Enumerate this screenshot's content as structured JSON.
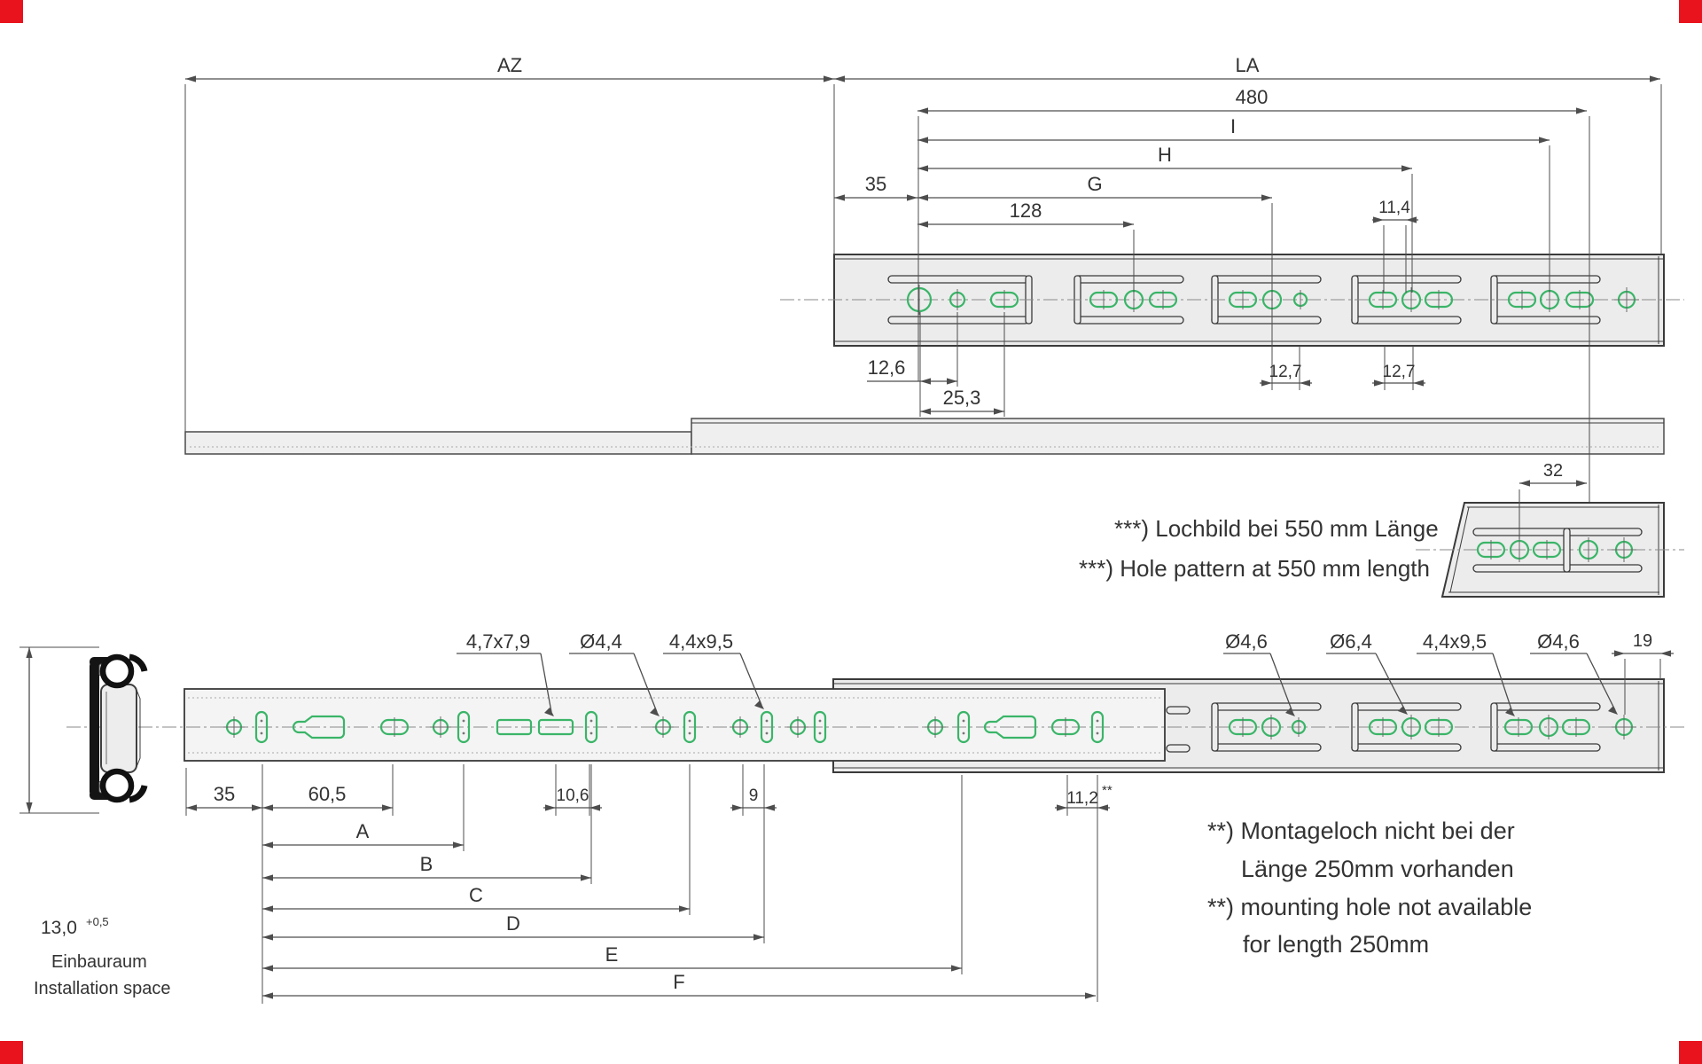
{
  "colors": {
    "accent_green": "#3ab568",
    "line_gray": "#4d4d4d",
    "outline_dark": "#3a3a3a",
    "rail_fill": "#ececec",
    "corner_red": "#e8131d",
    "text": "#333333"
  },
  "top_view": {
    "az": "AZ",
    "la": "LA",
    "len480": "480",
    "i": "I",
    "h": "H",
    "g": "G",
    "d35": "35",
    "d128": "128",
    "d11_4": "11,4",
    "d12_6": "12,6",
    "d25_3": "25,3",
    "d12_7_left": "12,7",
    "d12_7_right": "12,7"
  },
  "detail_view": {
    "d32": "32",
    "note_de": "***) Lochbild bei 550 mm Länge",
    "note_en": "***) Hole pattern at 550 mm length"
  },
  "bottom_view": {
    "hole_labels": {
      "slot1": "4,7x7,9",
      "dia1": "Ø4,4",
      "slot2": "4,4x9,5",
      "dia2": "Ø4,6",
      "dia3": "Ø6,4",
      "slot3": "4,4x9,5",
      "dia4": "Ø4,6",
      "d19": "19"
    },
    "dims": {
      "d35": "35",
      "d60_5": "60,5",
      "d10_6": "10,6",
      "d9": "9",
      "d11_2": "11,2",
      "d11_2_mark": "**",
      "a": "A",
      "b": "B",
      "c": "C",
      "d": "D",
      "e": "E",
      "f": "F"
    }
  },
  "footnote_250": {
    "l1": "**) Montageloch nicht bei der",
    "l2": "Länge 250mm vorhanden",
    "l3": "**) mounting hole not available",
    "l4": "for length 250mm"
  },
  "cross_section": {
    "height": "13,0",
    "tolerance": "+0,5",
    "label_de": "Einbauraum",
    "label_en": "Installation space"
  }
}
